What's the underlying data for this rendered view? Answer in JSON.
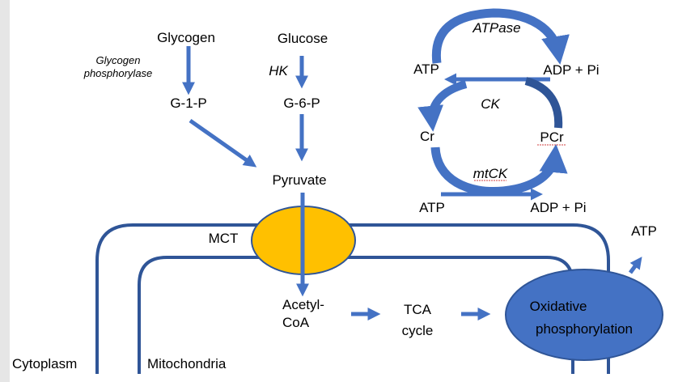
{
  "pathway": {
    "glycogen": "Glycogen",
    "glycogen_phosphorylase_1": "Glycogen",
    "glycogen_phosphorylase_2": "phosphorylase",
    "g1p": "G-1-P",
    "glucose": "Glucose",
    "hk": "HK",
    "g6p": "G-6-P",
    "pyruvate": "Pyruvate",
    "mct": "MCT",
    "acetyl_coa_1": "Acetyl-",
    "acetyl_coa_2": "CoA",
    "tca_1": "TCA",
    "tca_2": "cycle",
    "oxphos_1": "Oxidative",
    "oxphos_2": "phosphorylation",
    "atp_out": "ATP"
  },
  "ck_cycle": {
    "atpase": "ATPase",
    "atp_top": "ATP",
    "adp_top": "ADP + Pi",
    "ck": "CK",
    "cr": "Cr",
    "pcr": "PCr",
    "mtck": "mtCK",
    "atp_bottom": "ATP",
    "adp_bottom": "ADP + Pi"
  },
  "compartments": {
    "cytoplasm": "Cytoplasm",
    "mitochondria": "Mitochondria"
  },
  "colors": {
    "arrow": "#4472c4",
    "membrane": "#2f5597",
    "mct_fill": "#ffc000",
    "mct_stroke": "#2f5597",
    "oxphos_fill": "#4472c4",
    "oxphos_stroke": "#2f5597",
    "left_strip": "#e6e6e6"
  }
}
